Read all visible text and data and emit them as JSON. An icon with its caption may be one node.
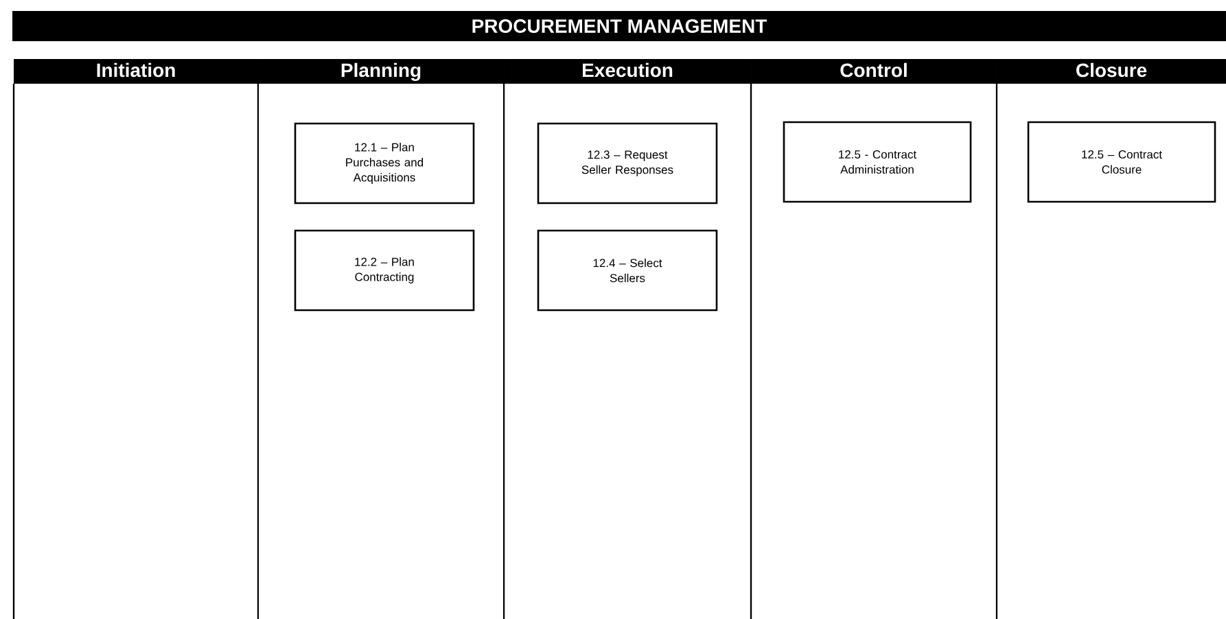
{
  "diagram": {
    "title": "PROCUREMENT MANAGEMENT",
    "nodes": [
      {
        "text": [
          "Initiation"
        ]
      },
      {
        "text": [
          "Planning"
        ]
      },
      {
        "text": [
          "Execution"
        ]
      },
      {
        "text": [
          "Control"
        ]
      },
      {
        "text": [
          "Closure"
        ]
      },
      {
        "text": [
          "12.1 – Plan Purchases and Acquisitions"
        ],
        "in": 1
      },
      {
        "text": [
          "12.2 – Plan Contracting"
        ],
        "in": 1
      },
      {
        "text": [
          "12.3 – Request Seller Responses"
        ],
        "in": 2
      },
      {
        "text": [
          "12.4 – Select Sellers"
        ],
        "in": 2
      },
      {
        "text": [
          "12.5 - Contract Administration"
        ],
        "in": 3
      },
      {
        "text": [
          "12.5 – Contract Closure"
        ],
        "in": 4
      }
    ]
  }
}
